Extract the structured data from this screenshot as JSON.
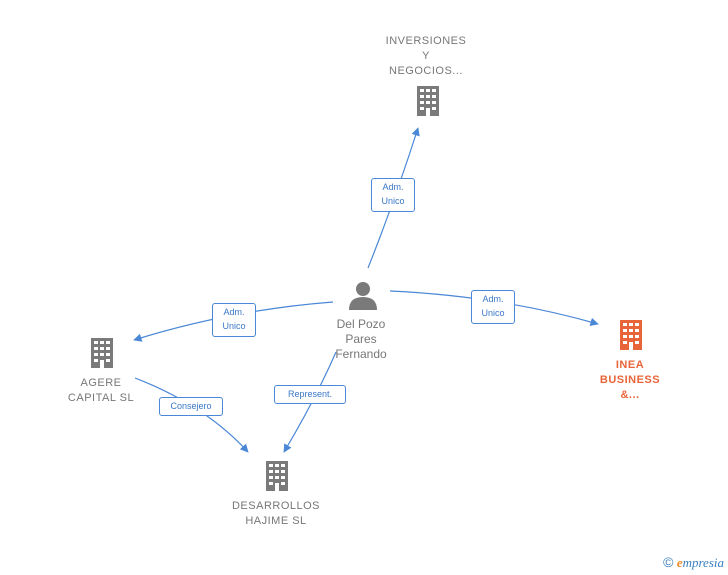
{
  "nodes": {
    "inversiones": {
      "label": "INVERSIONES\nY\nNEGOCIOS..."
    },
    "person": {
      "label": "Del Pozo\nPares\nFernando"
    },
    "agere": {
      "label": "AGERE\nCAPITAL  SL"
    },
    "inea": {
      "label": "INEA\nBUSINESS\n&..."
    },
    "desarrollos": {
      "label": "DESARROLLOS\nHAJIME  SL"
    }
  },
  "edges": {
    "to_inversiones": {
      "label": "Adm.\nUnico"
    },
    "to_agere": {
      "label": "Adm.\nUnico"
    },
    "to_inea": {
      "label": "Adm.\nUnico"
    },
    "to_desarrollos": {
      "label": "Represent."
    },
    "agere_to_desarrollos": {
      "label": "Consejero"
    }
  },
  "colors": {
    "edge": "#4a87d6",
    "building": "#7a7a7a",
    "highlight": "#e8653a"
  },
  "footer": {
    "copyright": "©",
    "brand_first": "e",
    "brand_rest": "mpresia"
  }
}
